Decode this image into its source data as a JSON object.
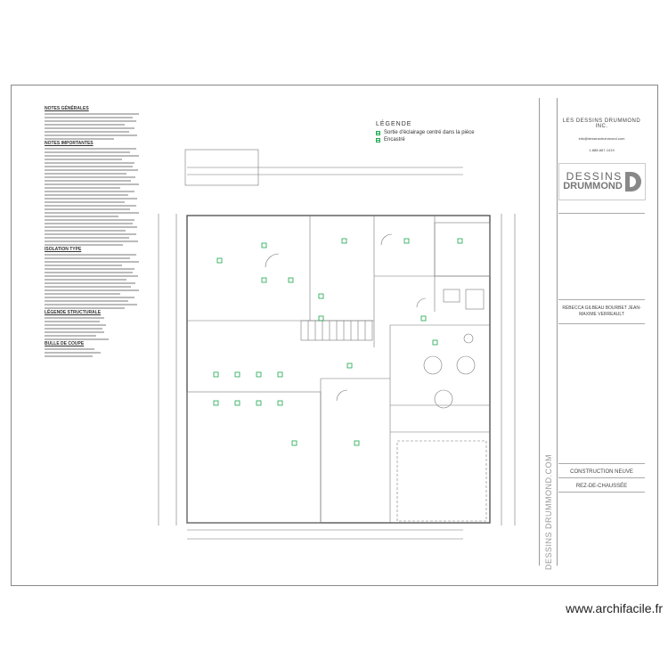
{
  "notes": {
    "title": "NOTES GÉNÉRALES",
    "section2": "NOTES IMPORTANTES",
    "section3": "ISOLATION TYPE",
    "section4": "LÉGENDE STRUCTURALE",
    "section5": "BULLE DE COUPE"
  },
  "legend": {
    "title": "LÉGENDE",
    "items": [
      {
        "label": "Sortie d'éclairage centré dans la pièce",
        "icon": "light-outlet-icon"
      },
      {
        "label": "Encastré",
        "icon": "recessed-light-icon"
      }
    ]
  },
  "title_block": {
    "company": "LES DESSINS DRUMMOND INC.",
    "email": "info@dessinsdrummond.com",
    "phone": "1-888-667-1419",
    "logo_top": "DESSINS",
    "logo_bottom": "DRUMMOND",
    "clients": "RÉBECCA GILBEAU BOURBET JEAN-MAXIME VERREAULT",
    "project_type": "CONSTRUCTION NEUVE",
    "sheet_title": "REZ-DE-CHAUSSÉE"
  },
  "vertical_text": "DESSINS DRUMMOND.COM",
  "watermark": "www.archifacile.fr",
  "colors": {
    "accent_green": "#19a64b",
    "line": "#666666",
    "frame": "#888888"
  }
}
